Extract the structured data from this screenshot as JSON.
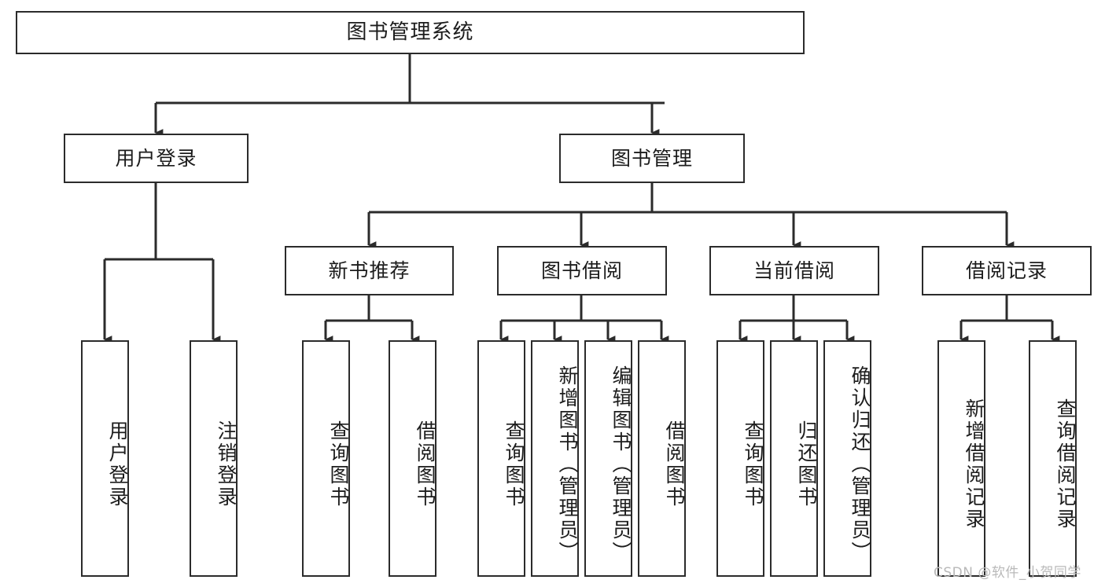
{
  "diagram": {
    "title": "图书管理系统",
    "type": "tree-hierarchy-chart",
    "nodes": {
      "root": {
        "label": "图书管理系统"
      },
      "level2": [
        {
          "id": "user-login",
          "label": "用户登录"
        },
        {
          "id": "book-manage",
          "label": "图书管理"
        }
      ],
      "level3": [
        {
          "id": "new-book-recommend",
          "label": "新书推荐"
        },
        {
          "id": "book-borrow",
          "label": "图书借阅"
        },
        {
          "id": "current-borrow",
          "label": "当前借阅"
        },
        {
          "id": "borrow-record",
          "label": "借阅记录"
        }
      ],
      "leaves": {
        "user-login": [
          {
            "id": "leaf-user-login",
            "label": "用户登录"
          },
          {
            "id": "leaf-logout-login",
            "label": "注销登录"
          }
        ],
        "new-book-recommend": [
          {
            "id": "leaf-query-book-1",
            "label": "查询图书"
          },
          {
            "id": "leaf-borrow-book-1",
            "label": "借阅图书"
          }
        ],
        "book-borrow": [
          {
            "id": "leaf-query-book-2",
            "label": "查询图书"
          },
          {
            "id": "leaf-add-book",
            "label": "新增图书（管理员）"
          },
          {
            "id": "leaf-edit-book",
            "label": "编辑图书（管理员）"
          },
          {
            "id": "leaf-borrow-book-2",
            "label": "借阅图书"
          }
        ],
        "current-borrow": [
          {
            "id": "leaf-query-book-3",
            "label": "查询图书"
          },
          {
            "id": "leaf-return-book",
            "label": "归还图书"
          },
          {
            "id": "leaf-confirm-return",
            "label": "确认归还（管理员）"
          }
        ],
        "borrow-record": [
          {
            "id": "leaf-add-record",
            "label": "新增借阅记录"
          },
          {
            "id": "leaf-query-record",
            "label": "查询借阅记录"
          }
        ]
      }
    },
    "colors": {
      "stroke": "#2b2b2b",
      "fill": "#ffffff",
      "text": "#1c1c1c",
      "watermark": "#b9b9b9"
    }
  },
  "watermark": {
    "text": "CSDN @软件_小贺同学"
  }
}
